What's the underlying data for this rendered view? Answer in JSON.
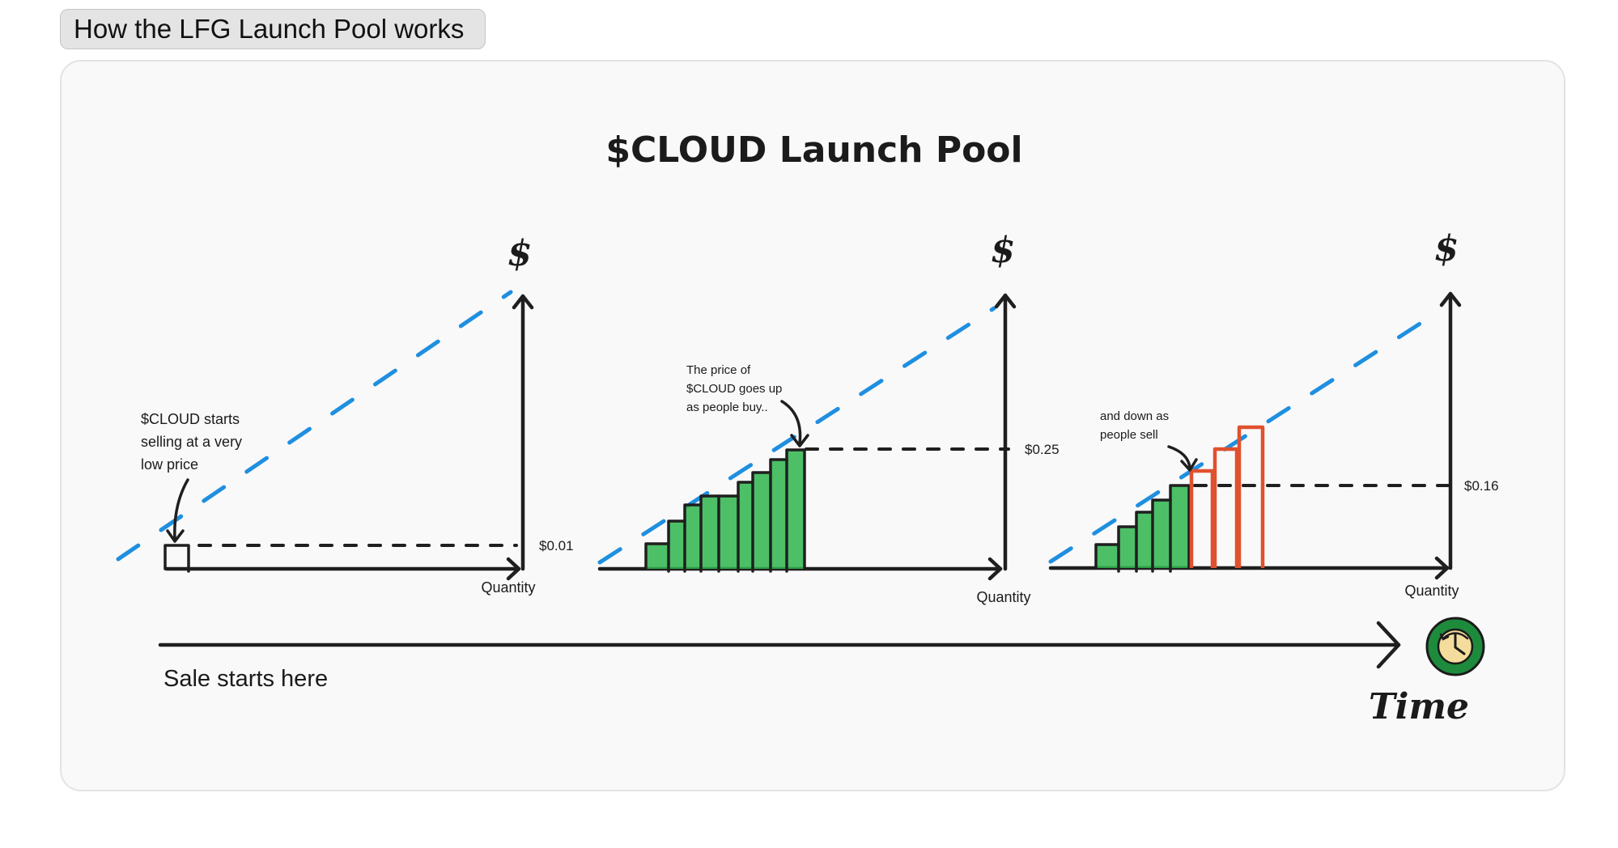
{
  "section": {
    "heading": "How the LFG Launch Pool works"
  },
  "diagram": {
    "title": "$CLOUD Launch Pool",
    "panels": [
      {
        "axis_y_label": "$",
        "axis_x_label": "Quantity",
        "price_label": "$0.01",
        "note_lines": [
          "$CLOUD starts",
          "selling at a very",
          "low price"
        ]
      },
      {
        "axis_y_label": "$",
        "axis_x_label": "Quantity",
        "price_label": "$0.25",
        "note_lines": [
          "The price of",
          "$CLOUD goes up",
          "as people buy.."
        ]
      },
      {
        "axis_y_label": "$",
        "axis_x_label": "Quantity",
        "price_label": "$0.16",
        "note_lines": [
          "and down as",
          "people sell"
        ]
      }
    ],
    "timeline": {
      "start_label": "Sale starts here",
      "end_label": "Time",
      "clock_icon": "clock-icon"
    },
    "colors": {
      "curve": "#1f8fe0",
      "buy": "#2fb54d",
      "sell": "#e0512e",
      "clock_ring": "#1e8a3c",
      "clock_face": "#f4dd9c"
    }
  }
}
